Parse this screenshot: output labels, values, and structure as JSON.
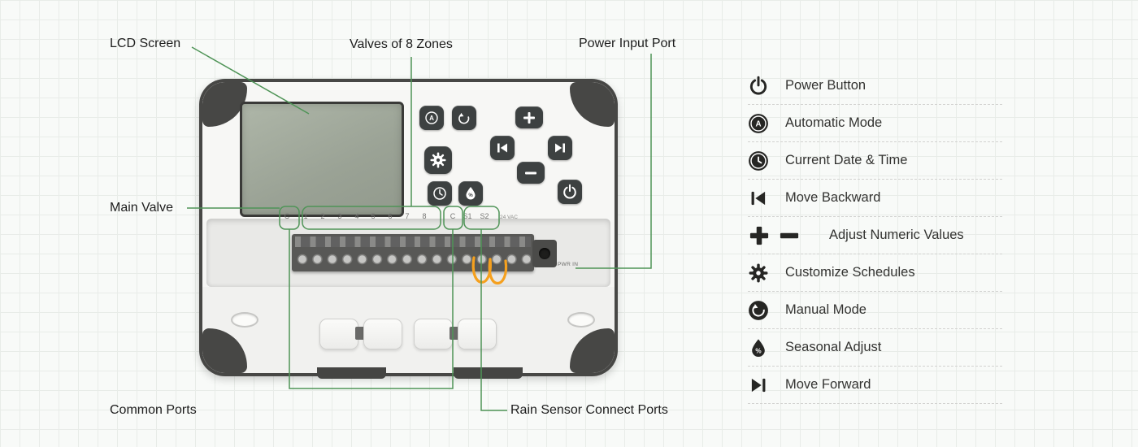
{
  "colors": {
    "annotation_line": "#4f9457",
    "wire": "#f5a01e",
    "device_dark": "#474745",
    "lcd": "#9aa295"
  },
  "callouts": {
    "lcd": "LCD Screen",
    "zones": "Valves of 8 Zones",
    "power_input": "Power Input Port",
    "main_valve": "Main Valve",
    "common_ports": "Common Ports",
    "rain_sensor": "Rain Sensor Connect Ports"
  },
  "device": {
    "terminal_labels": [
      "C",
      "1",
      "2",
      "3",
      "4",
      "5",
      "6",
      "7",
      "8",
      "C",
      "S1",
      "S2"
    ],
    "vac_label": "24 VAC",
    "pwr_label": "PWR IN",
    "buttons": [
      "automatic-mode",
      "manual-mode",
      "customize-schedules",
      "current-time",
      "seasonal-adjust",
      "plus",
      "skip-back",
      "skip-forward",
      "minus",
      "power"
    ]
  },
  "glyphs": {
    "a": "A",
    "percent": "%"
  },
  "legend": [
    {
      "icon": "power-icon",
      "label": "Power Button"
    },
    {
      "icon": "automatic-mode-icon",
      "label": "Automatic Mode"
    },
    {
      "icon": "clock-icon",
      "label": "Current Date & Time"
    },
    {
      "icon": "skip-back-icon",
      "label": "Move Backward"
    },
    {
      "icon": "plus-minus-icon",
      "label": "Adjust Numeric Values"
    },
    {
      "icon": "gear-icon",
      "label": "Customize Schedules"
    },
    {
      "icon": "manual-mode-icon",
      "label": "Manual Mode"
    },
    {
      "icon": "seasonal-adjust-icon",
      "label": "Seasonal Adjust"
    },
    {
      "icon": "skip-forward-icon",
      "label": "Move Forward"
    }
  ]
}
